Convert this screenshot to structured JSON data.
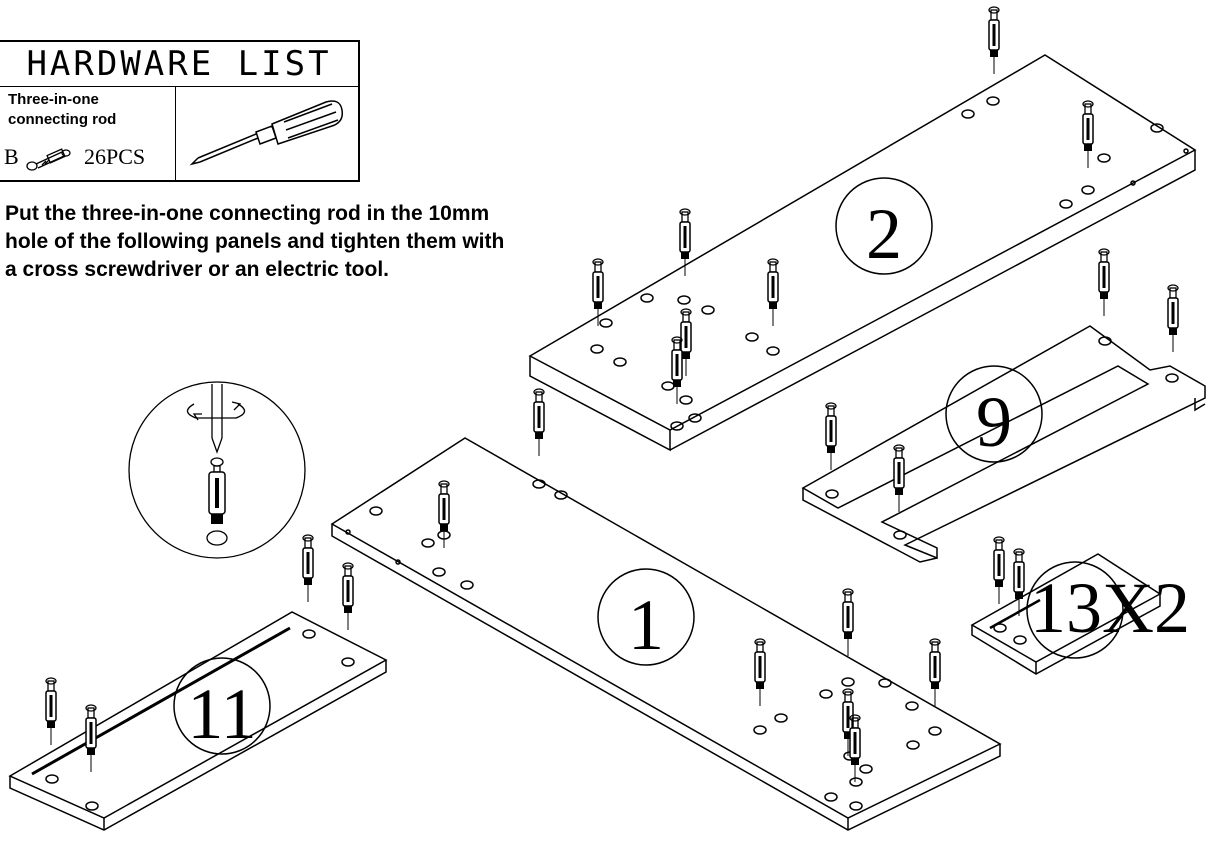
{
  "hardware_list": {
    "title": "HARDWARE LIST",
    "part_name": "Three-in-one connecting rod",
    "part_letter": "B",
    "part_quantity": "26PCS",
    "rod_icon": "connecting-rod-icon",
    "tool_icon": "screwdriver-icon"
  },
  "instruction": "Put the three-in-one connecting rod in the 10mm hole of the following panels and tighten them with a cross screwdriver or an electric tool.",
  "detail_icon": "screwdriver-insert-detail-icon",
  "panels": {
    "panel_1": "1",
    "panel_2": "2",
    "panel_9": "9",
    "panel_11": "11",
    "panel_13": "13X2"
  },
  "colors": {
    "line": "#000000",
    "background": "#ffffff"
  }
}
